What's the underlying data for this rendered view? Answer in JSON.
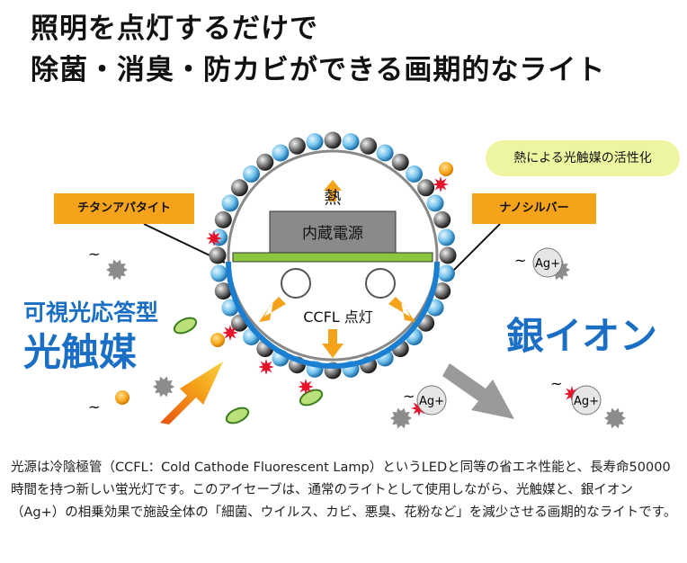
{
  "headline": {
    "line1": "照明を点灯するだけで",
    "line2": "除菌・消臭・防カビができる画期的なライト"
  },
  "diagram": {
    "heat_label": "熱",
    "power_label": "内蔵電源",
    "lamp_label": "CCFL 点灯",
    "label_left": "チタンアパタイト",
    "label_right": "ナノシルバー",
    "bubble": "熱による光触媒の活性化",
    "visible_light_line1": "可視光応答型",
    "visible_light_line2": "光触媒",
    "silver_ion": "銀イオン",
    "ag_label": "Ag+",
    "tilde": "~",
    "colors": {
      "orange": "#f5a31a",
      "blue": "#1a6fc4",
      "green_band": "#8cc63f",
      "bubble": "#eef5a0",
      "red_spark": "#e8132a"
    }
  },
  "description": "光源は冷陰極管（CCFL：Cold Cathode Fluorescent Lamp）というLEDと同等の省エネ性能と、長寿命50000時間を持つ新しい蛍光灯です。このアイセーブは、通常のライトとして使用しながら、光触媒と、銀イオン（Ag+）の相乗効果で施設全体の「細菌、ウイルス、カビ、悪臭、花粉など」を減少させる画期的なライトです。"
}
